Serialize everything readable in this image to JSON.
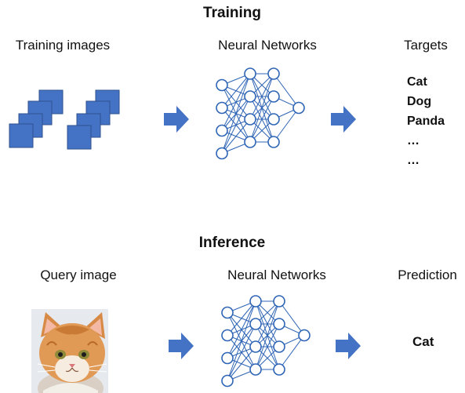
{
  "training": {
    "title": "Training",
    "images_label": "Training images",
    "network_label": "Neural Networks",
    "targets_label": "Targets",
    "targets": [
      "Cat",
      "Dog",
      "Panda",
      "…",
      "…"
    ]
  },
  "inference": {
    "title": "Inference",
    "query_label": "Query image",
    "network_label": "Neural Networks",
    "prediction_label": "Prediction",
    "prediction": "Cat"
  },
  "colors": {
    "square_fill": "#4472C4",
    "square_stroke": "#2F528F",
    "node_stroke": "#2E64B5",
    "arrow": "#4472C4"
  },
  "network_layers": [
    4,
    4,
    4,
    1
  ]
}
